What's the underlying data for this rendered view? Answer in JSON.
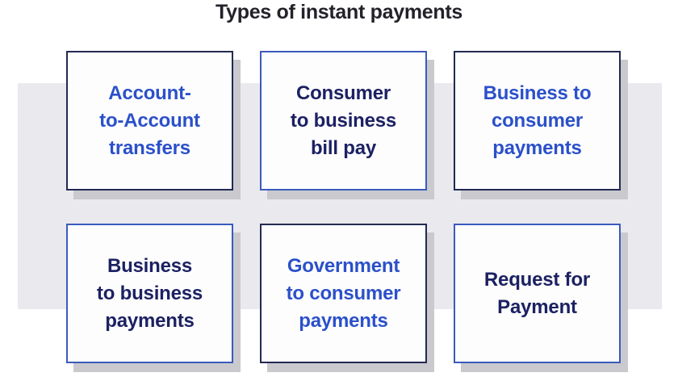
{
  "title": "Types of instant payments",
  "colors": {
    "background": "#ffffff",
    "band": "#e9e9ee",
    "box_fill": "#fdfdfe",
    "shadow": "#c9c9ce",
    "title_text": "#232229",
    "blue_text": "#2b50c9",
    "navy_text": "#1c2162",
    "blue_border": "#3b5abc",
    "navy_border": "#222a52"
  },
  "boxes": [
    {
      "label": "Account-to-Account transfers",
      "lines": [
        "Account-",
        "to-Account",
        "transfers"
      ],
      "text_color": "#2b50c9",
      "border_color": "#222a52"
    },
    {
      "label": "Consumer to business bill pay",
      "lines": [
        "Consumer",
        "to business",
        "bill pay"
      ],
      "text_color": "#1c2162",
      "border_color": "#3b5abc"
    },
    {
      "label": "Business to consumer payments",
      "lines": [
        "Business to",
        "consumer",
        "payments"
      ],
      "text_color": "#2b50c9",
      "border_color": "#222a52"
    },
    {
      "label": "Business to business payments",
      "lines": [
        "Business",
        "to business",
        "payments"
      ],
      "text_color": "#1c2162",
      "border_color": "#3b5abc"
    },
    {
      "label": "Government to consumer payments",
      "lines": [
        "Government",
        "to consumer",
        "payments"
      ],
      "text_color": "#2b50c9",
      "border_color": "#222a52"
    },
    {
      "label": "Request for Payment",
      "lines": [
        "Request for",
        "Payment"
      ],
      "text_color": "#1c2162",
      "border_color": "#3b5abc"
    }
  ]
}
